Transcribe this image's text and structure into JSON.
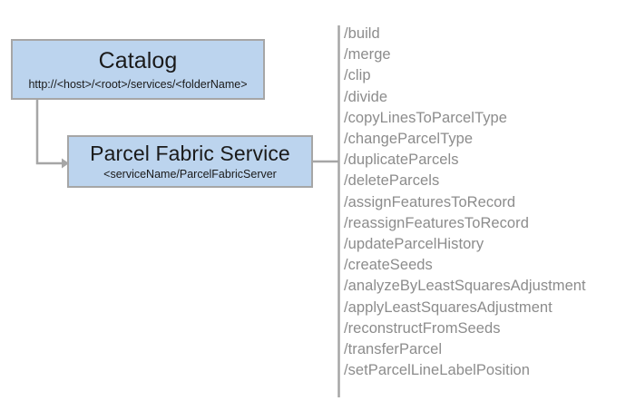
{
  "diagram": {
    "nodes": [
      {
        "id": "catalog",
        "title": "Catalog",
        "subtitle": "http://<host>/<root>/services/<folderName>"
      },
      {
        "id": "parcel-fabric-service",
        "title": "Parcel Fabric Service",
        "subtitle": "<serviceName/ParcelFabricServer"
      }
    ],
    "colors": {
      "node_fill": "#bcd4ee",
      "node_border": "#a6a6a6",
      "connector": "#a6a6a6",
      "operation_text": "#8c8c8c",
      "node_text": "#1a1a1a",
      "background": "#ffffff"
    },
    "operations": [
      "/build",
      "/merge",
      "/clip",
      "/divide",
      "/copyLinesToParcelType",
      "/changeParcelType",
      "/duplicateParcels",
      "/deleteParcels",
      "/assignFeaturesToRecord",
      "/reassignFeaturesToRecord",
      "/updateParcelHistory",
      "/createSeeds",
      "/analyzeByLeastSquaresAdjustment",
      "/applyLeastSquaresAdjustment",
      "/reconstructFromSeeds",
      "/transferParcel",
      "/setParcelLineLabelPosition"
    ]
  }
}
